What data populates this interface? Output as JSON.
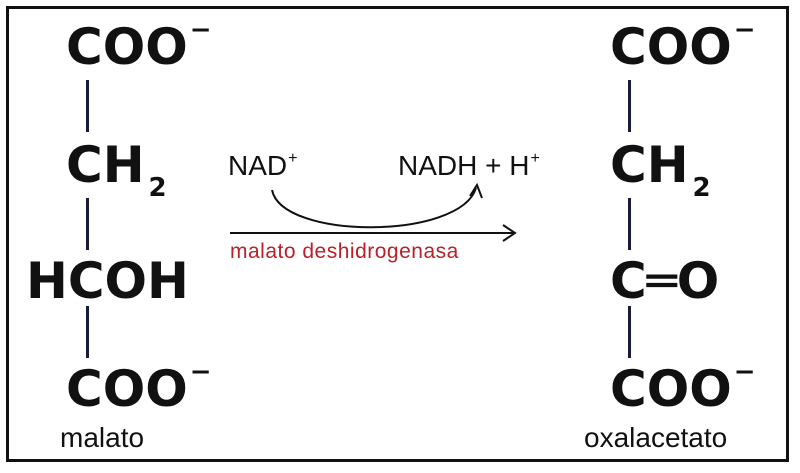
{
  "malate": {
    "name": "malato",
    "rows": [
      {
        "main": "COO",
        "sup": "−",
        "sub": ""
      },
      {
        "main": "CH",
        "sup": "",
        "sub": "2"
      },
      {
        "main": "HCOH",
        "sup": "",
        "sub": ""
      },
      {
        "main": "COO",
        "sup": "−",
        "sub": ""
      }
    ]
  },
  "oxaloacetate": {
    "name": "oxalacetato",
    "rows": [
      {
        "main": "COO",
        "sup": "−",
        "sub": ""
      },
      {
        "main": "CH",
        "sup": "",
        "sub": "2"
      },
      {
        "main": "C═O",
        "sup": "",
        "sub": ""
      },
      {
        "main": "COO",
        "sup": "−",
        "sub": ""
      }
    ]
  },
  "reaction": {
    "cofactor_in": {
      "main": "NAD",
      "sup": "+"
    },
    "cofactor_out": {
      "main": "NADH + H",
      "sup": "+"
    },
    "enzyme": "malato deshidrogenasa",
    "enzyme_color": "#b8202a"
  }
}
